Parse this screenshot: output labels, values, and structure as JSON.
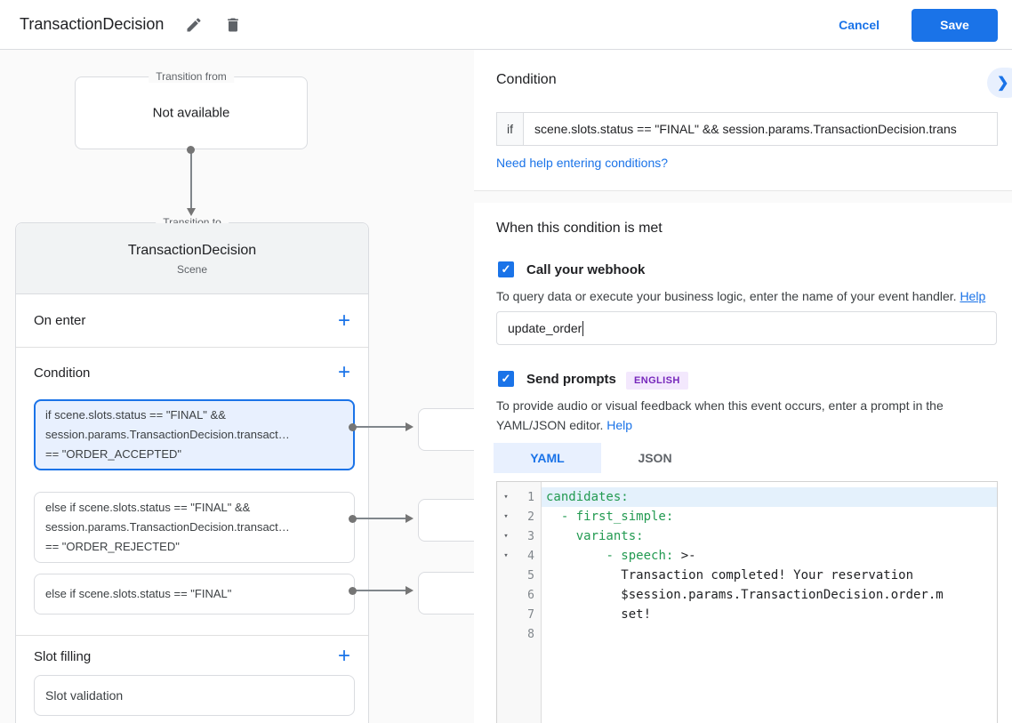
{
  "icons": {
    "add": "+",
    "chevron_right": "❯",
    "check": "✓",
    "fold": "▾"
  },
  "colors": {
    "accent": "#1a73e8",
    "yaml_key_green": "#229a51",
    "selected_card_bg": "#e8f0fe",
    "selected_card_border": "#1a73e8",
    "badge_bg": "#f3e8fd",
    "badge_text": "#7627bb"
  },
  "header": {
    "title": "TransactionDecision",
    "cancel_label": "Cancel",
    "save_label": "Save"
  },
  "canvas": {
    "transition_from": {
      "legend": "Transition from",
      "content": "Not available"
    },
    "transition_to": {
      "legend": "Transition to",
      "title": "TransactionDecision",
      "subtitle": "Scene",
      "on_enter": {
        "label": "On enter"
      },
      "condition": {
        "label": "Condition",
        "items": [
          {
            "text": "if scene.slots.status == \"FINAL\" &&\nsession.params.TransactionDecision.transact…\n== \"ORDER_ACCEPTED\"",
            "selected": true
          },
          {
            "text": "else if scene.slots.status == \"FINAL\" &&\nsession.params.TransactionDecision.transact…\n== \"ORDER_REJECTED\"",
            "selected": false
          },
          {
            "text": "else if scene.slots.status == \"FINAL\"",
            "selected": false
          }
        ]
      },
      "slot_filling": {
        "label": "Slot filling",
        "items": [
          {
            "text": "Slot validation"
          }
        ]
      }
    }
  },
  "panel": {
    "condition": {
      "heading": "Condition",
      "if_label": "if",
      "if_value": "scene.slots.status == \"FINAL\" && session.params.TransactionDecision.trans",
      "help_link": "Need help entering conditions?"
    },
    "when_met": {
      "heading": "When this condition is met",
      "webhook": {
        "label": "Call your webhook",
        "checked": true,
        "description": "To query data or execute your business logic, enter the name of your event handler.",
        "help_link": "Help",
        "input_value": "update_order"
      },
      "prompts": {
        "label": "Send prompts",
        "checked": true,
        "badge": "ENGLISH",
        "description": "To provide audio or visual feedback when this event occurs, enter a prompt in the YAML/JSON editor.",
        "help_link": "Help",
        "tabs": [
          {
            "label": "YAML",
            "active": true
          },
          {
            "label": "JSON",
            "active": false
          }
        ],
        "editor": {
          "active_line": 1,
          "lines": [
            {
              "n": 1,
              "fold": true,
              "text": "candidates:"
            },
            {
              "n": 2,
              "fold": true,
              "text": "  - first_simple:"
            },
            {
              "n": 3,
              "fold": true,
              "text": "    variants:"
            },
            {
              "n": 4,
              "fold": true,
              "text": "        - speech: >-"
            },
            {
              "n": 5,
              "fold": false,
              "text": "          Transaction completed! Your reservation"
            },
            {
              "n": 6,
              "fold": false,
              "text": "          $session.params.TransactionDecision.order.m"
            },
            {
              "n": 7,
              "fold": false,
              "text": "          set!"
            },
            {
              "n": 8,
              "fold": false,
              "text": ""
            }
          ]
        }
      }
    }
  }
}
